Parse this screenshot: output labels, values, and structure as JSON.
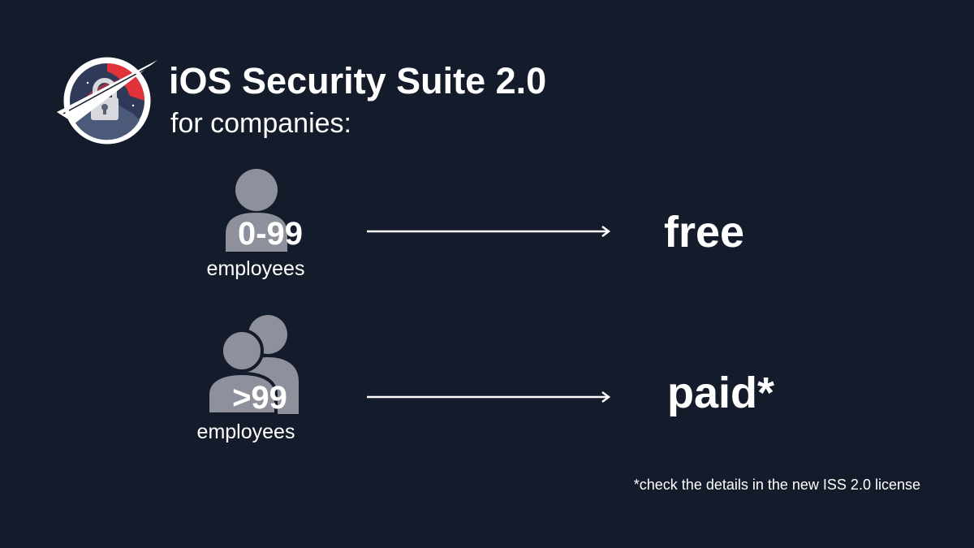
{
  "header": {
    "title": "iOS Security Suite 2.0",
    "subtitle": "for companies:"
  },
  "tiers": [
    {
      "range": "0-99",
      "unit": "employees",
      "price": "free",
      "icon": "person-icon"
    },
    {
      "range": ">99",
      "unit": "employees",
      "price": "paid*",
      "icon": "people-icon"
    }
  ],
  "footnote": "*check the details in the new ISS 2.0 license",
  "colors": {
    "background": "#141b2b",
    "text": "#ffffff",
    "icon": "#8e909b",
    "logo_accent": "#e2333d"
  }
}
